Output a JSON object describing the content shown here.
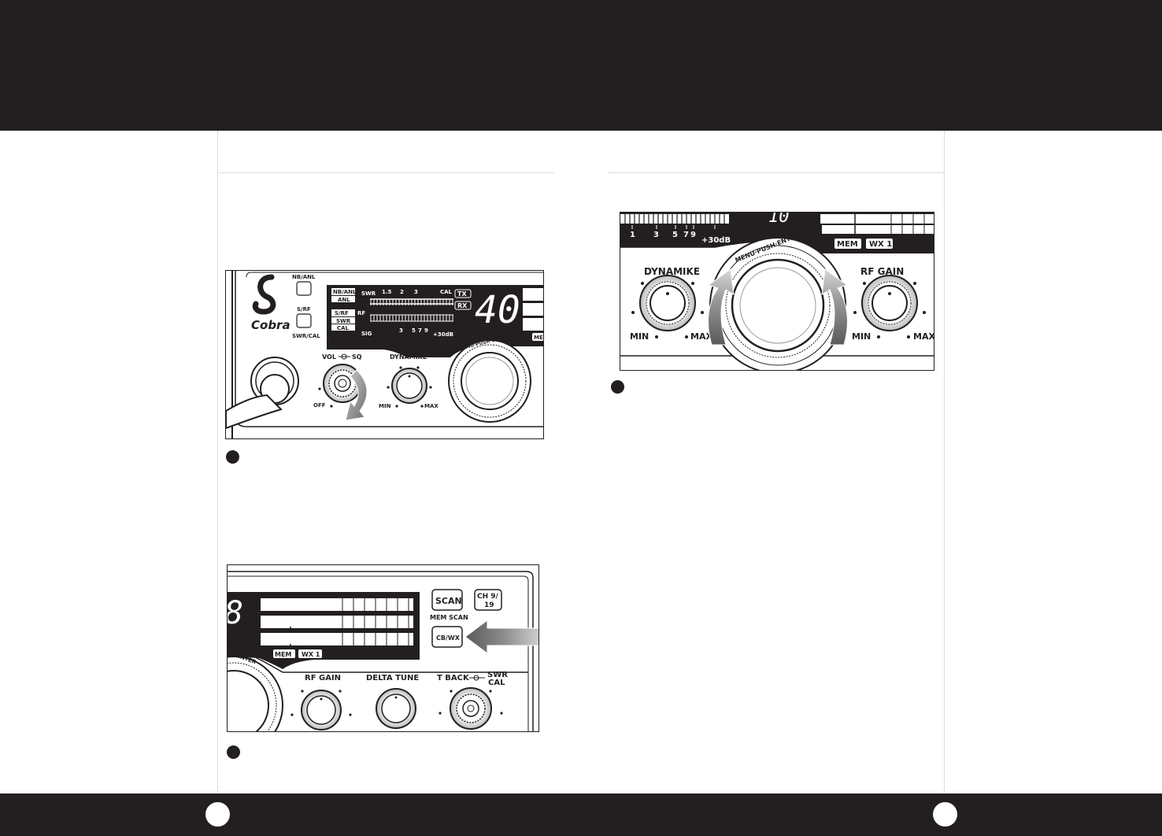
{
  "fig1": {
    "brand": "Cobra",
    "buttons": [
      "NB/ANL",
      "S/RF",
      "SWR/CAL"
    ],
    "meter_modes": [
      "NB/ANL",
      "ANL",
      "S/RF",
      "SWR",
      "CAL"
    ],
    "swr_label": "SWR",
    "swr_scale": [
      "1.5",
      "2",
      "3"
    ],
    "cal_label": "CAL",
    "rf_label": "RF",
    "sig_label": "SIG",
    "sig_scale": [
      "3",
      "5",
      "7",
      "9",
      "+30dB"
    ],
    "tx": "TX",
    "rx": "RX",
    "channel": "40",
    "vol_label": "VOL",
    "sq_label": "SQ",
    "off_label": "OFF",
    "dynamike_label": "DYNAMIKE",
    "min_label": "MIN",
    "max_label": "MAX",
    "mem_label": "MEM",
    "dial_label": "MENU·PUSH·ENTER"
  },
  "fig2": {
    "scan_label": "SCAN",
    "ch_label_1": "CH 9/",
    "ch_label_2": "19",
    "mem_scan_label": "MEM SCAN",
    "cbwx_label": "CB/WX",
    "mem_label": "MEM",
    "wx_label": "WX 1",
    "dial_fragment": "H·ENTER",
    "rf_gain_label": "RF GAIN",
    "delta_tune_label": "DELTA TUNE",
    "tback_label": "T BACK",
    "swr_label": "SWR",
    "cal_label": "CAL"
  },
  "fig3": {
    "scale": [
      "1",
      "3",
      "5",
      "7",
      "9",
      "+30dB"
    ],
    "mem_label": "MEM",
    "wx_label": "WX 1",
    "dial_label": "MENU·PUSH·ENTER",
    "dynamike_label": "DYNAMIKE",
    "rf_gain_label": "RF GAIN",
    "min_label": "MIN",
    "max_label": "MAX"
  },
  "colors": {
    "ink": "#231f20",
    "header_band": "#231f20",
    "arrow_gray": "#8a8a8a"
  }
}
